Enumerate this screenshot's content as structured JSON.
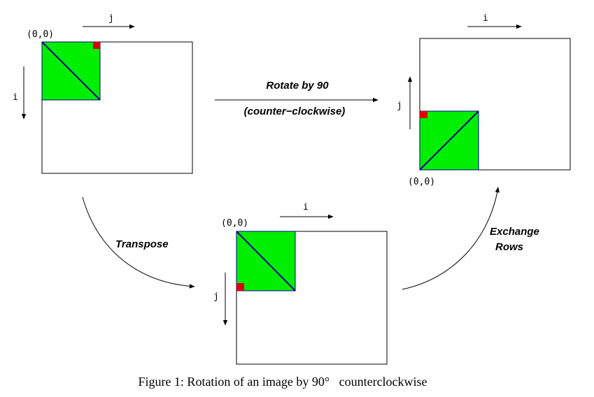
{
  "diagram": {
    "panel_original": {
      "origin": "(0,0)",
      "axis_h": "j",
      "axis_v": "i"
    },
    "panel_rotated": {
      "origin": "(0,0)",
      "axis_h": "i",
      "axis_v": "j"
    },
    "panel_transposed": {
      "origin": "(0,0)",
      "axis_h": "i",
      "axis_v": "j"
    },
    "arrow_rotate": {
      "line1": "Rotate by 90",
      "line2": "(counter−clockwise)"
    },
    "arrow_transpose": {
      "label": "Transpose"
    },
    "arrow_exchange": {
      "line1": "Exchange",
      "line2": "Rows"
    },
    "colors": {
      "square": "#00ee00",
      "marker": "#dd0000",
      "diagonal": "#00008b",
      "border": "#000000"
    }
  },
  "caption": "Figure 1: Rotation of an image by 90°   counterclockwise"
}
